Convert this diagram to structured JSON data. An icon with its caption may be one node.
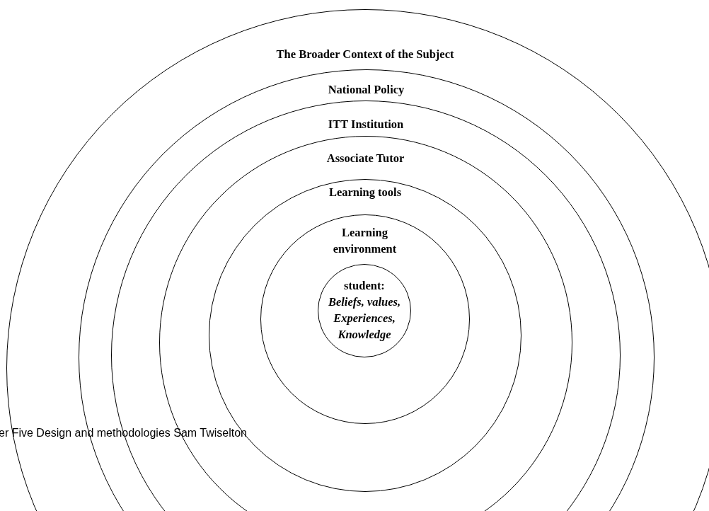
{
  "diagram": {
    "nodes": [
      {
        "text": [
          "The Broader Context of the Subject"
        ]
      },
      {
        "text": [
          "National Policy"
        ],
        "in": 0
      },
      {
        "text": [
          "ITT Institution"
        ],
        "in": 1
      },
      {
        "text": [
          "Associate Tutor"
        ],
        "in": 2
      },
      {
        "text": [
          "Learning tools"
        ],
        "in": 3
      },
      {
        "text": [
          "Learning environment"
        ],
        "in": 4
      },
      {
        "text": [
          "student:",
          "Beliefs, values, Experiences, Knowledge"
        ],
        "in": 5
      }
    ],
    "labels": [
      "er Five Design and methodologies Sam Twiselton"
    ]
  }
}
